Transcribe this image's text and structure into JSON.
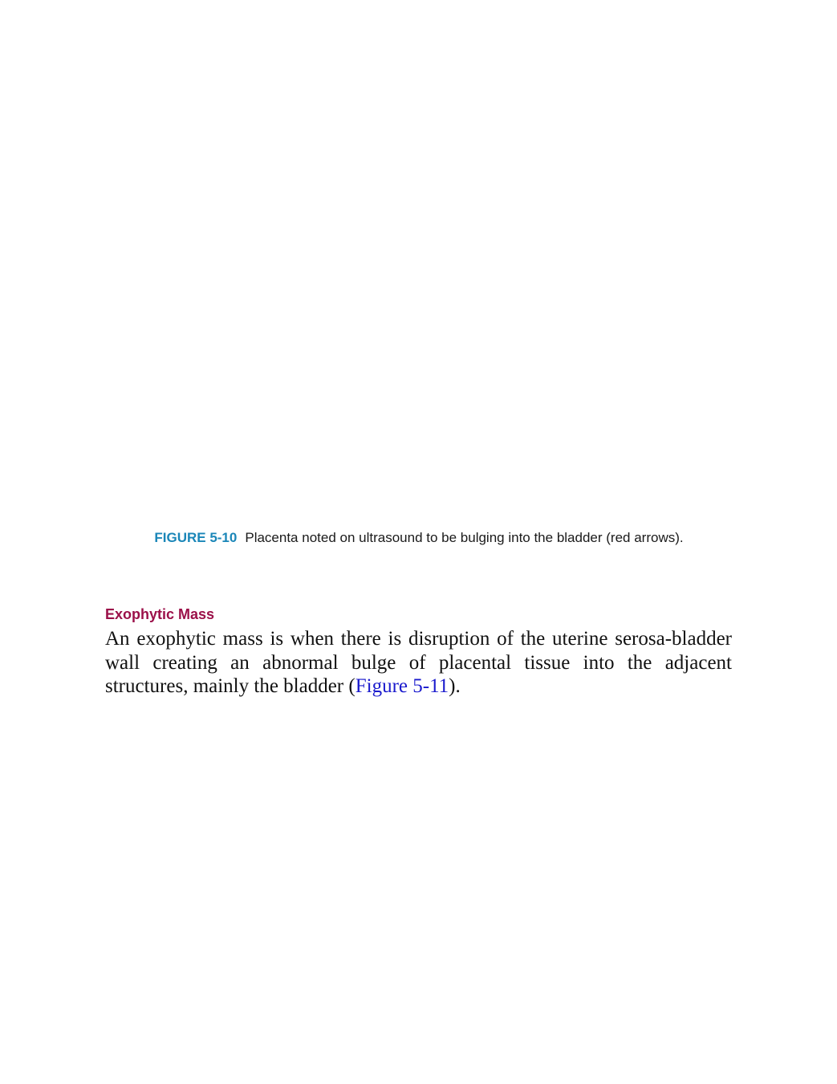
{
  "caption": {
    "label": "FIGURE 5-10",
    "text": "Placenta noted on ultrasound to be bulging into the bladder (red arrows)."
  },
  "section": {
    "heading": "Exophytic Mass",
    "paragraph_before": "An exophytic mass is when there is disruption of the uterine serosa-bladder wall creating an abnormal bulge of placental tissue into the adjacent structures, mainly the bladder (",
    "figure_link": "Figure 5-11",
    "paragraph_after": ")."
  },
  "colors": {
    "figure_label": "#1a86b8",
    "heading": "#9b1049",
    "link": "#1a1acd"
  }
}
